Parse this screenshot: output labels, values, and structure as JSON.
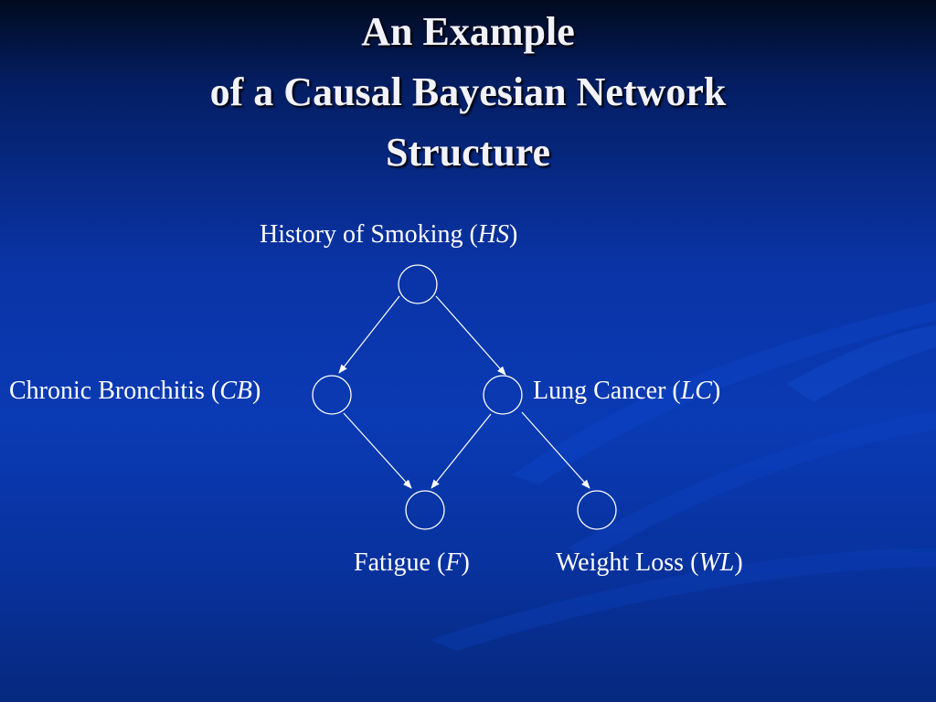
{
  "slide": {
    "title_lines": [
      "An Example",
      "of a Causal Bayesian Network",
      "Structure"
    ]
  },
  "diagram": {
    "nodes": [
      {
        "id": "HS",
        "name": "History of Smoking",
        "abbr": "HS"
      },
      {
        "id": "CB",
        "name": "Chronic Bronchitis",
        "abbr": "CB"
      },
      {
        "id": "LC",
        "name": "Lung Cancer",
        "abbr": "LC"
      },
      {
        "id": "F",
        "name": "Fatigue",
        "abbr": "F"
      },
      {
        "id": "WL",
        "name": "Weight Loss",
        "abbr": "WL"
      }
    ],
    "edges": [
      {
        "from": "HS",
        "to": "CB"
      },
      {
        "from": "HS",
        "to": "LC"
      },
      {
        "from": "CB",
        "to": "F"
      },
      {
        "from": "LC",
        "to": "F"
      },
      {
        "from": "LC",
        "to": "WL"
      }
    ]
  },
  "colors": {
    "background": "#0a3ab4",
    "title": "#f2f2fa",
    "line": "#ffffff"
  }
}
